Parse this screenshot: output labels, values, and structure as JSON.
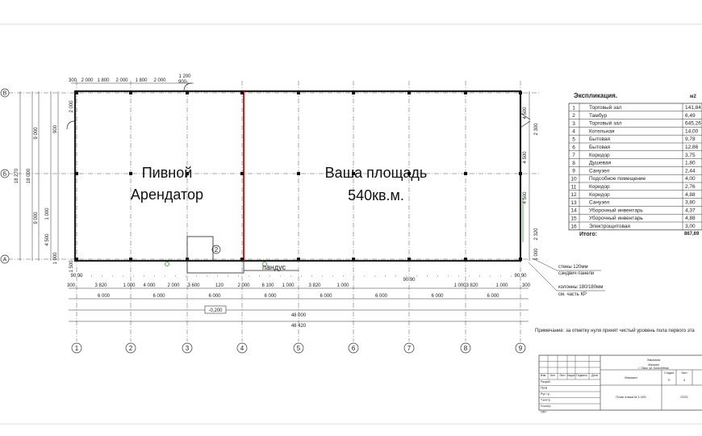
{
  "plan": {
    "tenant_label_line1": "Пивной",
    "tenant_label_line2": "Арендатор",
    "your_area_line1": "Ваша площадь",
    "your_area_line2": "540кв.м.",
    "ramp_label": "пандус",
    "room_marker": "2",
    "level_mark": "-0,200",
    "row_axes": [
      "В",
      "Б",
      "А"
    ],
    "column_axes": [
      "1",
      "2",
      "3",
      "4",
      "5",
      "6",
      "7",
      "8",
      "9"
    ],
    "bottom_dims_row1": [
      "300",
      "3 820",
      "1 000",
      "4 000",
      "2 000",
      "3 600",
      "120",
      "2 000",
      "6 100",
      "1 000",
      "3 820",
      "1 000",
      "1 000",
      "3 820",
      "1 000",
      "300"
    ],
    "bottom_dims_row2": [
      "6 000",
      "6 000",
      "6 000",
      "6 000",
      "6 000",
      "6 000",
      "6 000",
      "6 000"
    ],
    "total_dim_inner": "48 000",
    "total_dim_outer": "48 420",
    "top_dims": [
      "300",
      "2 000",
      "1 800",
      "2 000",
      "1 800",
      "2 000",
      "1 200",
      "900"
    ],
    "left_dims": [
      "18 270",
      "18 000",
      "9 000",
      "9 000",
      "4 500",
      "1 000",
      "1 000",
      "1 500",
      "2 000",
      "900"
    ],
    "right_dims": [
      "4 500",
      "4 500",
      "4 500",
      "2 300",
      "2 320",
      "1 000"
    ],
    "column_marks": [
      "90 90",
      "90 90",
      "90 90"
    ],
    "callout_walls_line1": "стены 120мм",
    "callout_walls_line2": "сэндвич панели",
    "callout_columns_line1": "колонны 180/180мм",
    "callout_columns_line2": "см. часть КР",
    "note": "Примечание: за отметку нуля принят чистый уровень пола первого эта",
    "wall_color": "#222222",
    "divider_color": "#d02020",
    "marker_color": "#2a9a2a"
  },
  "explication": {
    "title": "Экспликация.",
    "unit": "м2",
    "rows": [
      {
        "n": "1",
        "name": "Торговый зал",
        "area": "141,84"
      },
      {
        "n": "2",
        "name": "Тамбур",
        "area": "6,49"
      },
      {
        "n": "3",
        "name": "Торговый зал",
        "area": "645,26"
      },
      {
        "n": "4",
        "name": "Котельная",
        "area": "14,00"
      },
      {
        "n": "5",
        "name": "Бытовая",
        "area": "9,78"
      },
      {
        "n": "6",
        "name": "Бытовая",
        "area": "12,86"
      },
      {
        "n": "7",
        "name": "Коридор",
        "area": "3,75"
      },
      {
        "n": "8",
        "name": "Душевая",
        "area": "1,80"
      },
      {
        "n": "9",
        "name": "Санузел",
        "area": "2,44"
      },
      {
        "n": "10",
        "name": "Подсобное помещение",
        "area": "4,00"
      },
      {
        "n": "11",
        "name": "Коридор",
        "area": "2,76"
      },
      {
        "n": "12",
        "name": "Коридор",
        "area": "4,88"
      },
      {
        "n": "13",
        "name": "Санузел",
        "area": "3,80"
      },
      {
        "n": "14",
        "name": "Уборочный инвентарь",
        "area": "4,37"
      },
      {
        "n": "15",
        "name": "Уборочный инвентарь",
        "area": "4,88"
      },
      {
        "n": "16",
        "name": "Электрощитовая",
        "area": "3,00"
      }
    ],
    "total_label": "Итого:",
    "total_value": "867,69"
  },
  "title_block": {
    "col_headers": [
      "Изм",
      "Кол",
      "Лист",
      "№док",
      "Подпись",
      "Дата"
    ],
    "roles": [
      "Разраб.",
      "Пров.",
      "Рук. гр.",
      "Т.контр.",
      "Н.контр.",
      "ГИП"
    ],
    "customer": "Заказчик",
    "object_line1": "Магазин",
    "object_line2": "г. Омск, ул. Шоссейная",
    "sheet_name": "Магазин",
    "stage_header": "Стадия",
    "sheet_header": "Лист",
    "stage": "П",
    "sheet": "4",
    "plan_name": "План этажа М 1:100",
    "org": "ООО"
  }
}
